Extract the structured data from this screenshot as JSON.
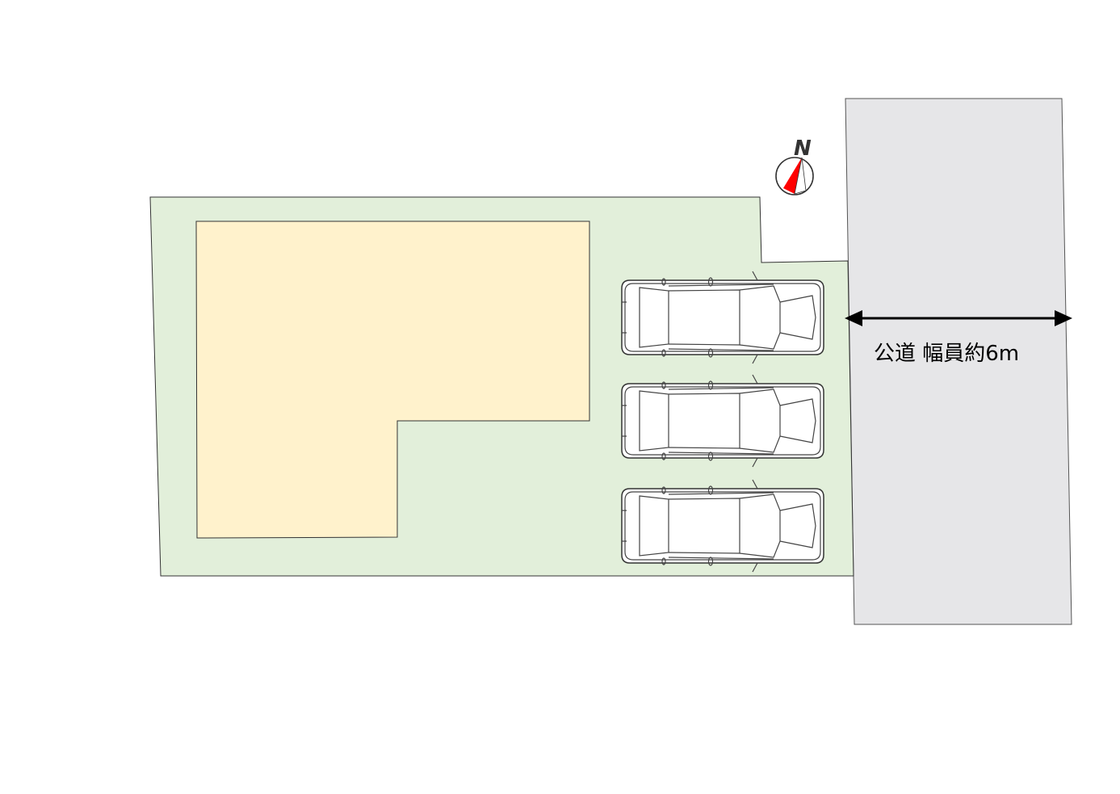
{
  "road": {
    "label": "公道 幅員約6m"
  },
  "compass": {
    "letter": "N",
    "needle_color": "#ff0000"
  },
  "colors": {
    "lot_fill": "#e2efda",
    "building_fill": "#fff2cc",
    "road_fill": "#e6e6e8",
    "outline": "#333333"
  },
  "parking": {
    "car_count": 3
  }
}
